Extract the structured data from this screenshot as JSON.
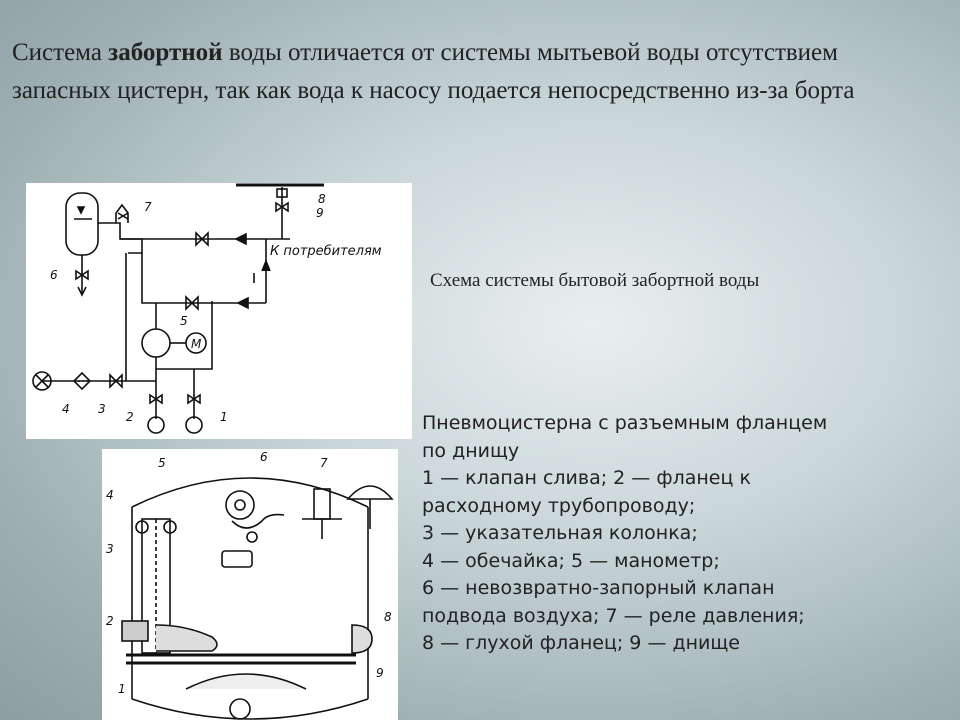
{
  "intro": {
    "part1": "Система ",
    "bold": "забортной",
    "part2": " воды отличается от системы мытьевой воды отсутствием запасных цистерн, так как вода к насосу подается непосредственно из-за борта"
  },
  "scheme": {
    "caption": "Схема системы бытовой забортной воды",
    "consumer_label": "К потребителям",
    "motor_label": "М",
    "numbers": [
      "1",
      "2",
      "3",
      "4",
      "5",
      "6",
      "7",
      "8",
      "9"
    ]
  },
  "tank": {
    "numbers": [
      "1",
      "2",
      "3",
      "4",
      "5",
      "6",
      "7",
      "8",
      "9"
    ]
  },
  "legend": {
    "lines": [
      "Пневмоцистерна с разъемным фланцем",
      "по днищу",
      "1 — клапан слива; 2 — фланец к",
      "расходному трубопроводу;",
      "3 — указательная колонка;",
      "4 — обечайка; 5 — манометр;",
      "6 — невозвратно-запорный клапан",
      "подвода воздуха; 7 — реле давления;",
      " 8 — глухой фланец; 9 — днище"
    ]
  }
}
